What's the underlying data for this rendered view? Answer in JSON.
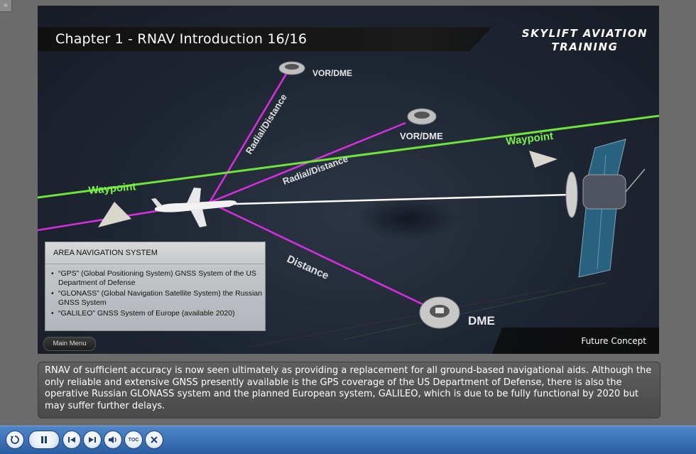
{
  "slide": {
    "title": "Chapter 1 - RNAV Introduction 16/16",
    "logo_line1": "SKYLIFT AVIATION",
    "logo_line2": "TRAINING"
  },
  "scene": {
    "labels": {
      "vor_dme_top": "VOR/DME",
      "vor_dme_mid": "VOR/DME",
      "dme": "DME",
      "waypoint_left": "Waypoint",
      "waypoint_right": "Waypoint",
      "radial_distance_1": "Radial/Distance",
      "radial_distance_2": "Radial/Distance",
      "distance": "Distance"
    },
    "colors": {
      "magenta_line": "#d62fe0",
      "green_line": "#6fe43a",
      "white_line": "#ffffff"
    }
  },
  "info_panel": {
    "heading": "AREA NAVIGATION SYSTEM",
    "bullet": "•",
    "items": [
      "“GPS” (Global Positioning System) GNSS System of the US Department of Defense",
      "“GLONASS” (Global Navigation Satellite System) the Russian GNSS System",
      "“GALILEO”  GNSS System of Europe (available 2020)"
    ]
  },
  "buttons": {
    "main_menu": "Main Menu"
  },
  "future_concept": "Future Concept",
  "caption": "RNAV of sufficient accuracy is now seen ultimately as providing a replacement for all ground-based navigational aids. Although the only reliable and extensive GNSS presently available is the GPS coverage of the US Department of Defense, there is also the operative Russian GLONASS system and the planned European system, GALILEO, which is due to be fully functional by 2020 but may suffer further delays.",
  "player_controls": {
    "icons": [
      "replay-icon",
      "pause-icon",
      "previous-icon",
      "next-icon",
      "volume-icon",
      "toc-icon",
      "close-icon"
    ],
    "toc_label": "TOC"
  }
}
